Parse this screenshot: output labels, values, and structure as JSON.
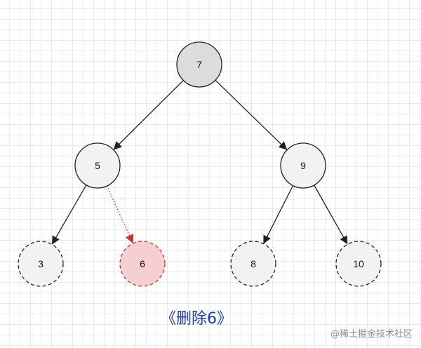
{
  "diagram": {
    "nodes": [
      {
        "id": "n7",
        "label": "7",
        "style": "root",
        "fill": "#dcdcdc",
        "stroke": "#222222"
      },
      {
        "id": "n5",
        "label": "5",
        "style": "solid",
        "fill": "#f2f2f2",
        "stroke": "#222222"
      },
      {
        "id": "n9",
        "label": "9",
        "style": "solid",
        "fill": "#f2f2f2",
        "stroke": "#222222"
      },
      {
        "id": "n3",
        "label": "3",
        "style": "dashed",
        "fill": "#f2f2f2",
        "stroke": "#222222"
      },
      {
        "id": "n6",
        "label": "6",
        "style": "deleted",
        "fill": "#f6cfd3",
        "stroke": "#c0392b"
      },
      {
        "id": "n8",
        "label": "8",
        "style": "dashed",
        "fill": "#f2f2f2",
        "stroke": "#222222"
      },
      {
        "id": "n10",
        "label": "10",
        "style": "dashed",
        "fill": "#f2f2f2",
        "stroke": "#222222"
      }
    ],
    "edges": [
      {
        "from": "n7",
        "to": "n5",
        "style": "solid"
      },
      {
        "from": "n7",
        "to": "n9",
        "style": "solid"
      },
      {
        "from": "n5",
        "to": "n3",
        "style": "solid"
      },
      {
        "from": "n5",
        "to": "n6",
        "style": "dotted-red"
      },
      {
        "from": "n9",
        "to": "n8",
        "style": "solid"
      },
      {
        "from": "n9",
        "to": "n10",
        "style": "solid"
      }
    ],
    "caption": "《删除6》",
    "watermark": "@稀土掘金技术社区"
  },
  "colors": {
    "caption": "#1f3fa8",
    "edge": "#222222",
    "deleted_edge": "#c0392b",
    "watermark": "#8a8f98"
  }
}
